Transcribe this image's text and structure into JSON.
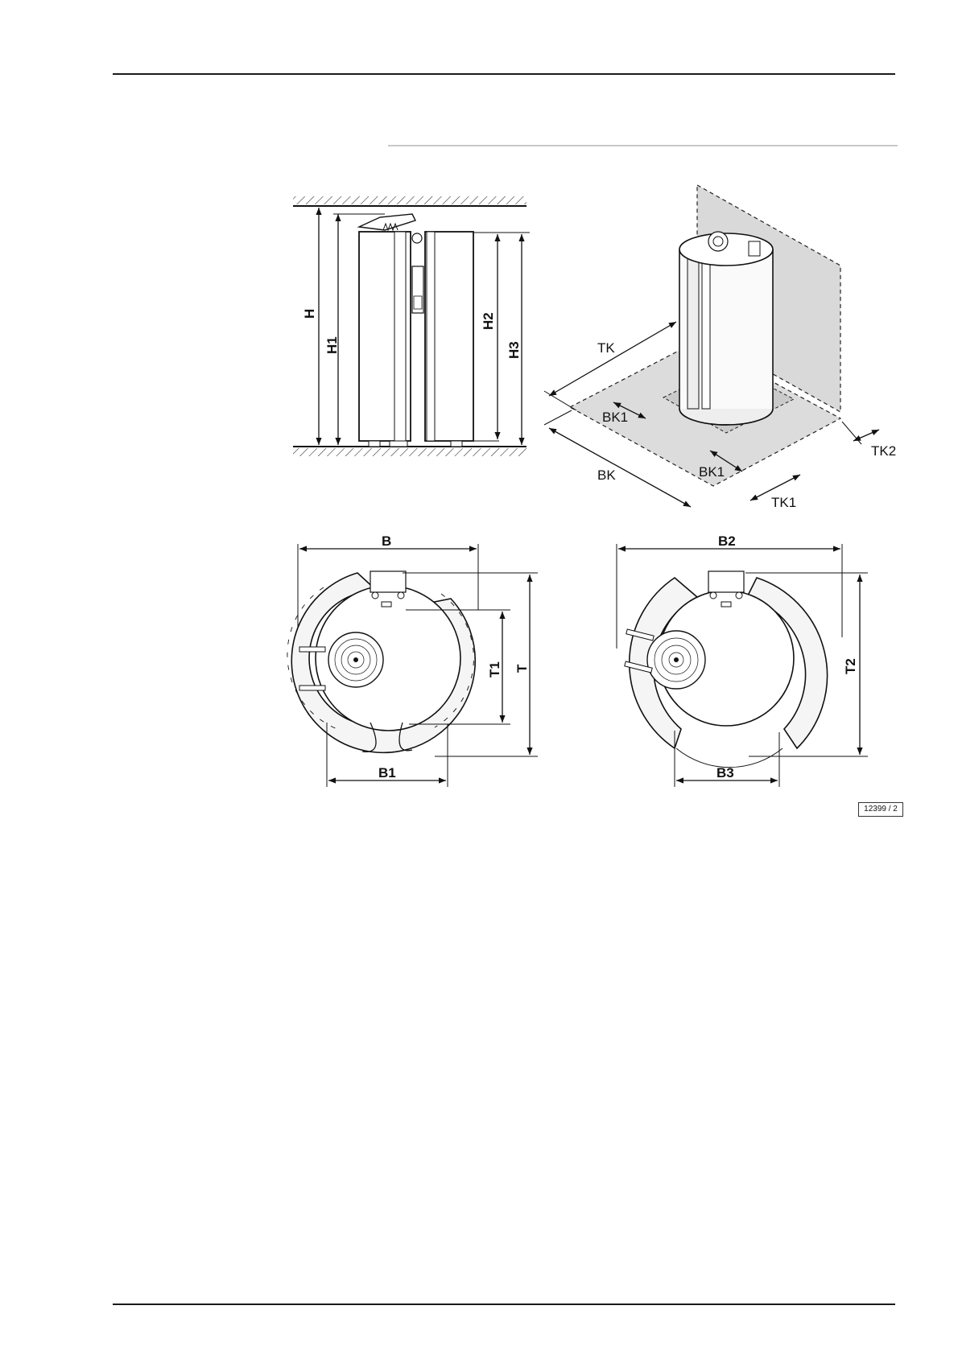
{
  "labels": {
    "H": "H",
    "H1": "H1",
    "H2": "H2",
    "H3": "H3",
    "TK": "TK",
    "BK": "BK",
    "BK1_a": "BK1",
    "BK1_b": "BK1",
    "TK1": "TK1",
    "TK2": "TK2",
    "B": "B",
    "B1": "B1",
    "T": "T",
    "T1": "T1",
    "B2": "B2",
    "B3": "B3",
    "T2": "T2"
  },
  "figure_ref": "12399 / 2"
}
